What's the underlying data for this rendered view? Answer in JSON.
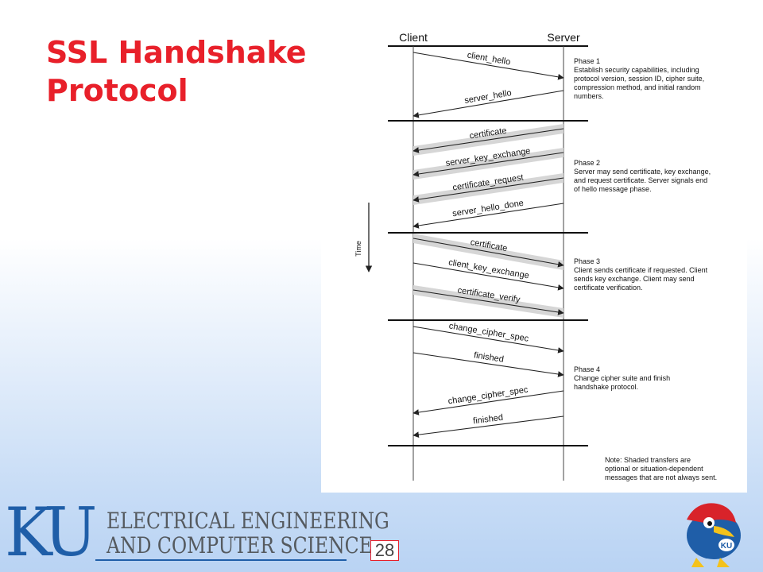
{
  "slide": {
    "title": "SSL Handshake Protocol",
    "page_number": "28"
  },
  "diagram": {
    "client_label": "Client",
    "server_label": "Server",
    "time_label": "Time",
    "messages": [
      {
        "label": "client_hello",
        "direction": "to-server",
        "shaded": false,
        "phase": 1
      },
      {
        "label": "server_hello",
        "direction": "to-client",
        "shaded": false,
        "phase": 1
      },
      {
        "label": "certificate",
        "direction": "to-client",
        "shaded": true,
        "phase": 2
      },
      {
        "label": "server_key_exchange",
        "direction": "to-client",
        "shaded": true,
        "phase": 2
      },
      {
        "label": "certificate_request",
        "direction": "to-client",
        "shaded": true,
        "phase": 2
      },
      {
        "label": "server_hello_done",
        "direction": "to-client",
        "shaded": false,
        "phase": 2
      },
      {
        "label": "certificate",
        "direction": "to-server",
        "shaded": true,
        "phase": 3
      },
      {
        "label": "client_key_exchange",
        "direction": "to-server",
        "shaded": false,
        "phase": 3
      },
      {
        "label": "certificate_verify",
        "direction": "to-server",
        "shaded": true,
        "phase": 3
      },
      {
        "label": "change_cipher_spec",
        "direction": "to-server",
        "shaded": false,
        "phase": 4
      },
      {
        "label": "finished",
        "direction": "to-server",
        "shaded": false,
        "phase": 4
      },
      {
        "label": "change_cipher_spec",
        "direction": "to-client",
        "shaded": false,
        "phase": 4
      },
      {
        "label": "finished",
        "direction": "to-client",
        "shaded": false,
        "phase": 4
      }
    ],
    "phases": [
      {
        "lines": [
          "Phase 1",
          "Establish security capabilities, including",
          "protocol version, session ID, cipher suite,",
          "compression method, and initial random",
          "numbers."
        ]
      },
      {
        "lines": [
          "Phase 2",
          "Server may send certificate, key exchange,",
          "and request certificate. Server signals end",
          "of hello message phase."
        ]
      },
      {
        "lines": [
          "Phase 3",
          "Client sends certificate if requested. Client",
          "sends key exchange. Client may send",
          "certificate verification."
        ]
      },
      {
        "lines": [
          "Phase 4",
          "Change cipher suite and finish",
          "handshake protocol."
        ]
      }
    ],
    "note": [
      "Note: Shaded transfers are",
      "optional or situation-dependent",
      "messages that are not always sent."
    ]
  },
  "footer": {
    "logo_text": "KU",
    "department_line1": "ELECTRICAL ENGINEERING",
    "department_line2": "AND COMPUTER SCIENCE",
    "mascot_icon": "jayhawk-icon"
  },
  "colors": {
    "title": "#e8202a",
    "ku_blue": "#1f5ea8",
    "shade": "#d6d6d6"
  }
}
